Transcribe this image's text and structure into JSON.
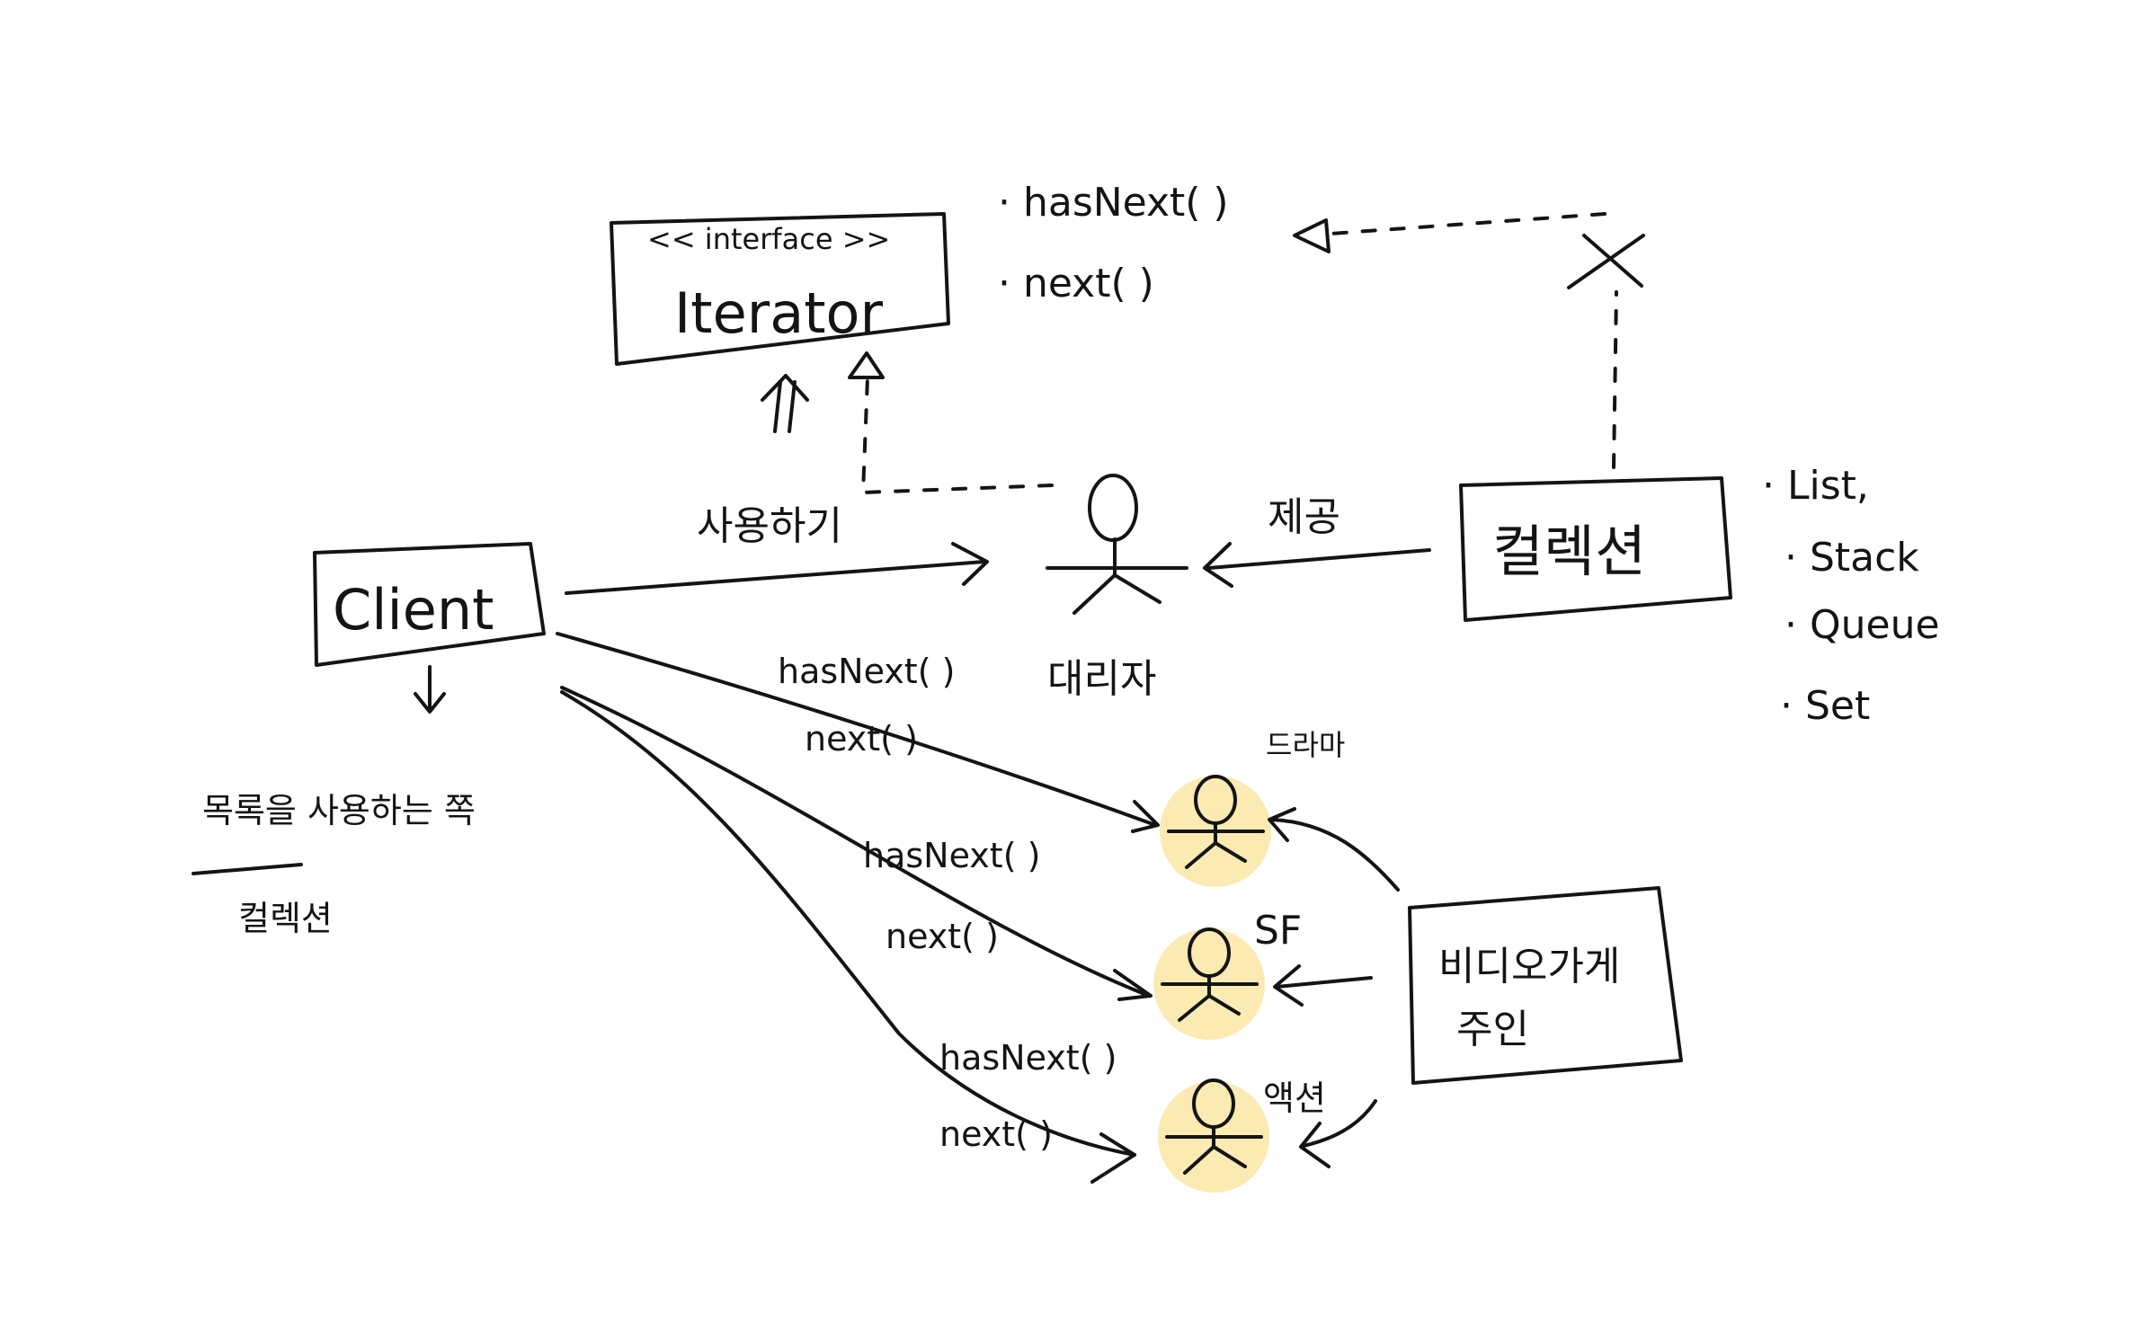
{
  "iterator_box": {
    "stereotype": "<< interface >>",
    "name": "Iterator"
  },
  "interface_methods": [
    "· hasNext( )",
    "· next( )"
  ],
  "client_box": {
    "name": "Client"
  },
  "client_note": {
    "line1": "목록을 사용하는 쪽",
    "line2": "컬렉션"
  },
  "use_label": "사용하기",
  "provide_label": "제공",
  "iterator_actor_label": "대리자",
  "collection_box": {
    "name": "컬렉션"
  },
  "collection_examples": [
    "· List,",
    "· Stack",
    "· Queue",
    "· Set"
  ],
  "call_labels": [
    {
      "has_next": "hasNext( )",
      "next": "next( )"
    },
    {
      "has_next": "hasNext( )",
      "next": "next( )"
    },
    {
      "has_next": "hasNext( )",
      "next": "next( )"
    }
  ],
  "genre_actors": [
    "드라마",
    "SF",
    "액션"
  ],
  "owner_box": {
    "line1": "비디오가게",
    "line2": "주인"
  },
  "colors": {
    "ink": "#141414",
    "highlight": "#fbeab2",
    "background": "#ffffff"
  },
  "icons": [
    "stick-figure-icon",
    "hollow-arrowhead-icon",
    "open-arrowhead-icon"
  ]
}
